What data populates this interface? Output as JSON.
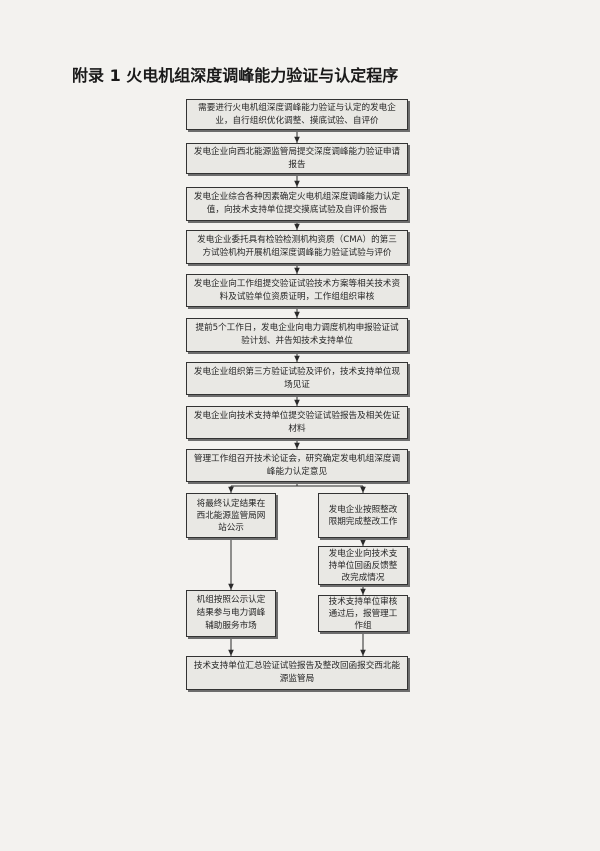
{
  "title": "附录 1 火电机组深度调峰能力验证与认定程序",
  "steps": [
    "需要进行火电机组深度调峰能力验证与认定的发电企业，自行组织优化调整、摸底试验、自评价",
    "发电企业向西北能源监管局提交深度调峰能力验证申请报告",
    "发电企业综合各种因素确定火电机组深度调峰能力认定值，向技术支持单位提交摸底试验及自评价报告",
    "发电企业委托具有检验检测机构资质（CMA）的第三方试验机构开展机组深度调峰能力验证试验与评价",
    "发电企业向工作组提交验证试验技术方案等相关技术资料及试验单位资质证明，工作组组织审核",
    "提前5个工作日，发电企业向电力调度机构申报验证试验计划、并告知技术支持单位",
    "发电企业组织第三方验证试验及评价，技术支持单位现场见证",
    "发电企业向技术支持单位提交验证试验报告及相关佐证材料",
    "管理工作组召开技术论证会，研究确定发电机组深度调峰能力认定意见"
  ],
  "branch_left": {
    "publish": "将最终认定结果在西北能源监管局网站公示",
    "market": "机组按照公示认定结果参与电力调峰辅助服务市场"
  },
  "branch_right": {
    "rectify": "发电企业按照整改限期完成整改工作",
    "feedback": "发电企业向技术支持单位回函反馈整改完成情况",
    "review": "技术支持单位审核通过后，报管理工作组"
  },
  "final": "技术支持单位汇总验证试验报告及整改回函报交西北能源监管局"
}
